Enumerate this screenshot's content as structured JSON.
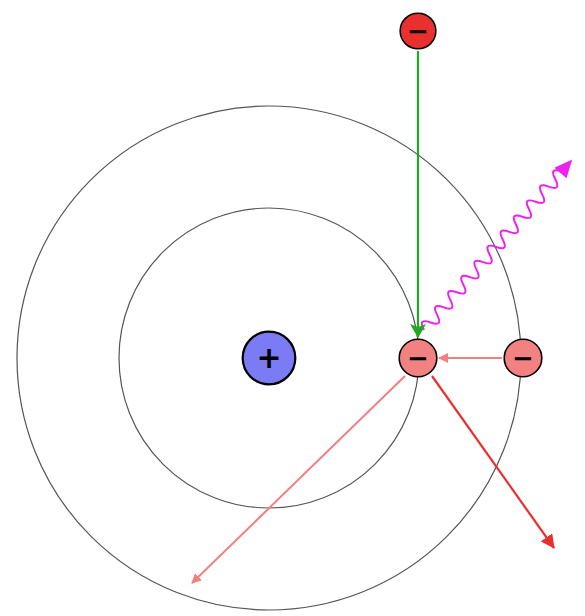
{
  "diagram": {
    "nodes": [
      {
        "text": [
          "−"
        ]
      },
      {
        "text": [
          "+"
        ]
      },
      {
        "text": [
          "−"
        ]
      },
      {
        "text": [
          "−"
        ]
      }
    ],
    "edges": [
      {
        "from": 0,
        "to": 2,
        "arrow": "to"
      },
      {
        "from": 3,
        "to": 2,
        "arrow": "to"
      }
    ]
  }
}
